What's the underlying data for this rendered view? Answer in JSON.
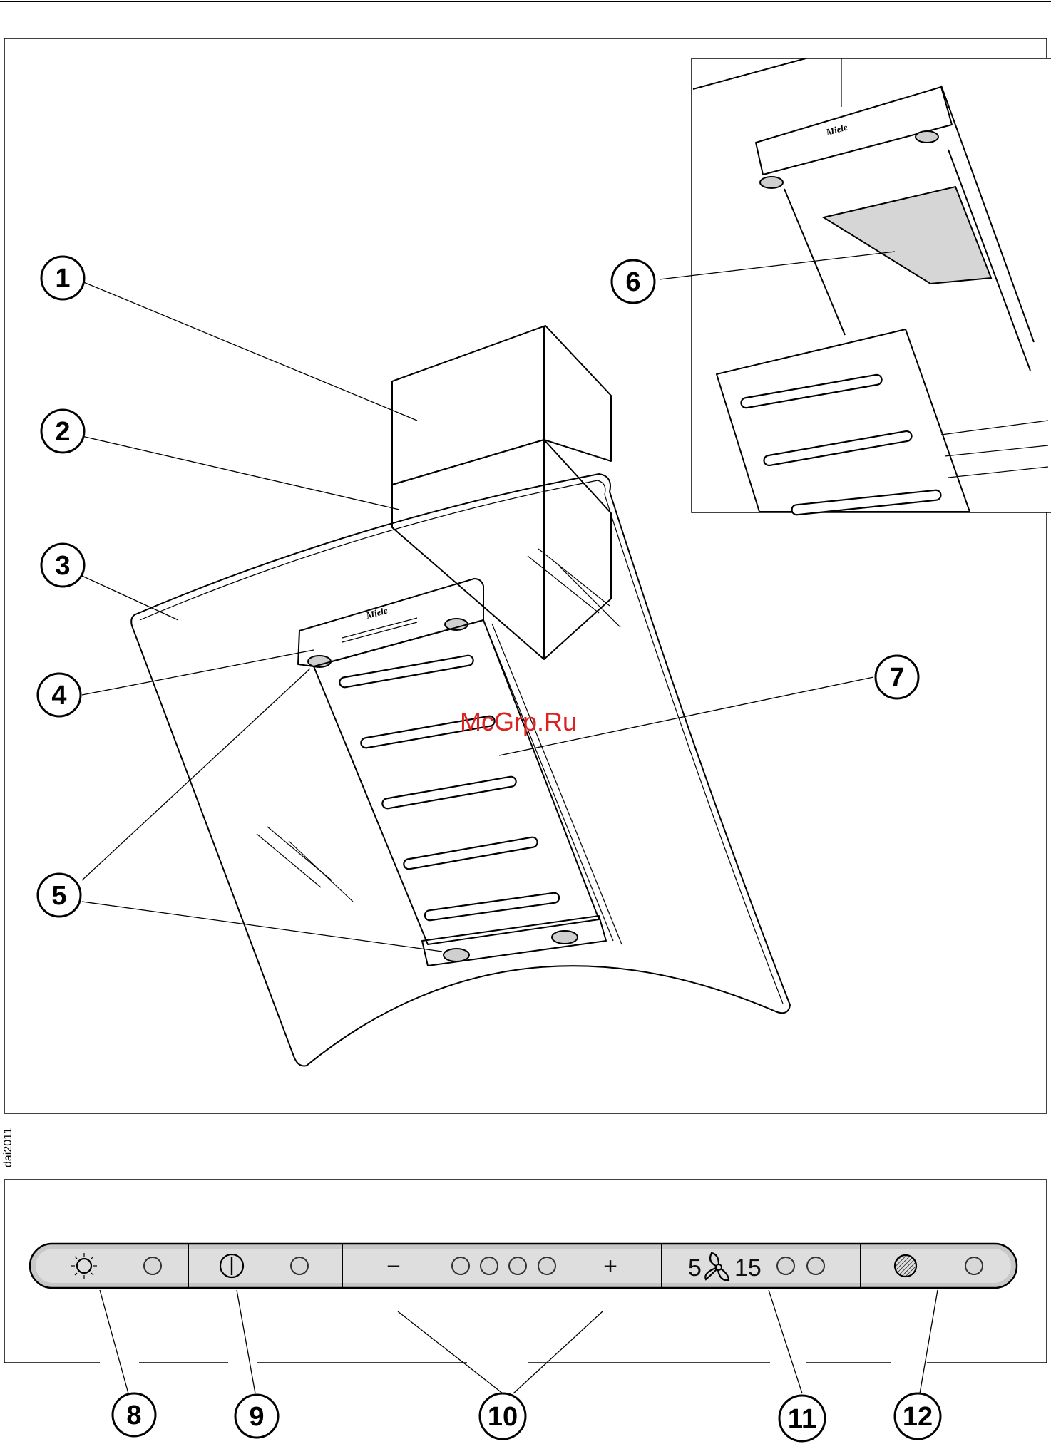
{
  "figure_code": "dai2011",
  "watermark": "McGrp.Ru",
  "brand_logo": "Miele",
  "callouts": {
    "c1": "1",
    "c2": "2",
    "c3": "3",
    "c4": "4",
    "c5": "5",
    "c6": "6",
    "c7": "7",
    "c8": "8",
    "c9": "9",
    "c10": "10",
    "c11": "11",
    "c12": "12"
  },
  "control_panel": {
    "fan_min_label": "5",
    "fan_max_label": "15",
    "minus_label": "−",
    "plus_label": "+",
    "sections": [
      {
        "icon": "light-icon",
        "leds": 1
      },
      {
        "icon": "power-icon",
        "leds": 1
      },
      {
        "icon": "minus-plus-icons",
        "leds": 4
      },
      {
        "icon": "fan-icon",
        "leds": 2
      },
      {
        "icon": "filter-icon",
        "leds": 1
      }
    ]
  }
}
